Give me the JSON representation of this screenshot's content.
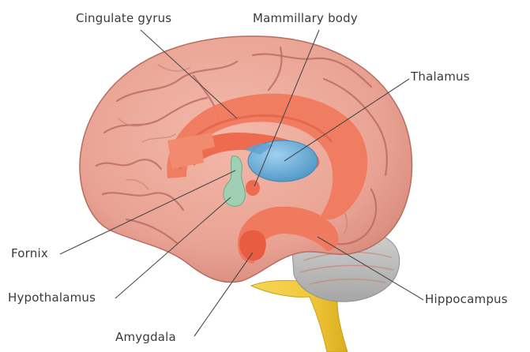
{
  "labels": {
    "cingulate": "Cingulate gyrus",
    "mammillary": "Mammillary body",
    "thalamus": "Thalamus",
    "fornix": "Fornix",
    "hypothalamus": "Hypothalamus",
    "amygdala": "Amygdala",
    "hippocampus": "Hippocampus"
  },
  "colors": {
    "cortex": "#e9a394",
    "cortex_dark": "#c9776b",
    "limbic": "#f07a5e",
    "limbic_dark": "#e05a3f",
    "thalamus": "#6aaed6",
    "hypothalamus": "#9fd0b4",
    "cerebellum": "#b8b8b8",
    "brainstem": "#f2c93a"
  }
}
